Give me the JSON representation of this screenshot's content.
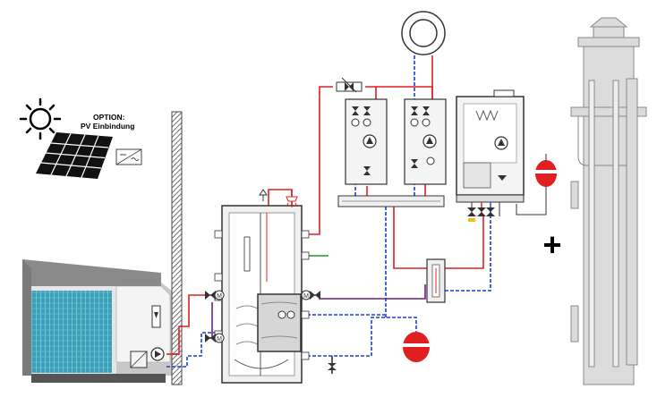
{
  "pv_option": {
    "line1": "OPTION:",
    "line2": "PV Einbindung",
    "icons": [
      "sun-icon",
      "solar-panel-icon",
      "inverter-icon"
    ]
  },
  "plus_sign": "+",
  "components": [
    "outdoor-heat-pump-unit",
    "exterior-wall",
    "buffer-storage-tank",
    "dhw-heat-exchanger",
    "pump-group-1",
    "pump-group-2",
    "hydraulic-manifold",
    "gas-condensing-boiler",
    "boiler-expansion-vessel",
    "system-expansion-vessel",
    "radiator",
    "hydraulic-separator",
    "chimney-flue"
  ],
  "colors": {
    "flow_pipe": "#e02020",
    "return_pipe": "#1a3fd6",
    "green_pipe": "#1c9a2c",
    "purple_pipe": "#6a1e8a",
    "component_fill": "#f0f0f0",
    "outline": "#333333",
    "heat_pump_coil": "#3aa0b8"
  }
}
